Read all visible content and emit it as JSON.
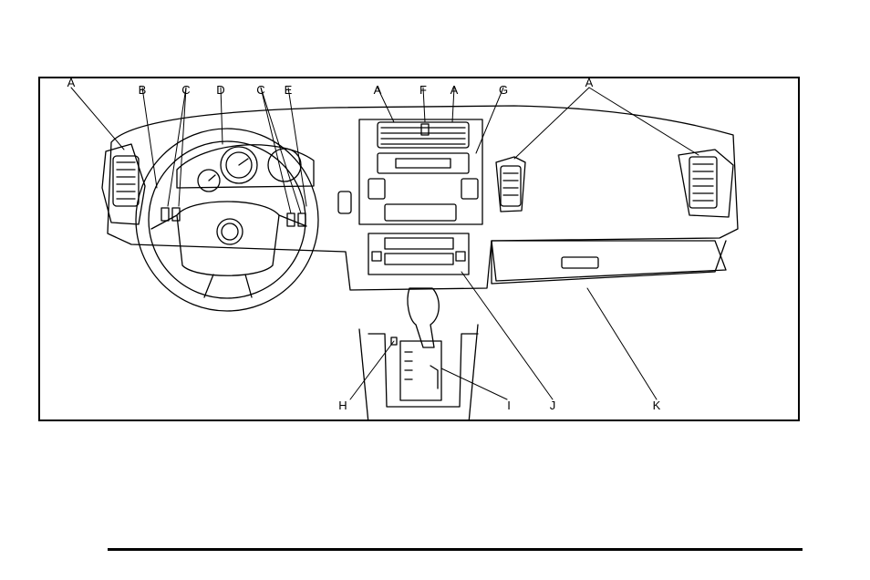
{
  "callouts": {
    "a1": "A",
    "b": "B",
    "c1": "C",
    "d": "D",
    "c2": "C",
    "e": "E",
    "a2": "A",
    "f": "F",
    "a3": "A",
    "g": "G",
    "a4": "A",
    "h": "H",
    "i": "I",
    "j": "J",
    "k": "K"
  },
  "colors": {
    "ink": "#000000",
    "paper": "#ffffff"
  }
}
